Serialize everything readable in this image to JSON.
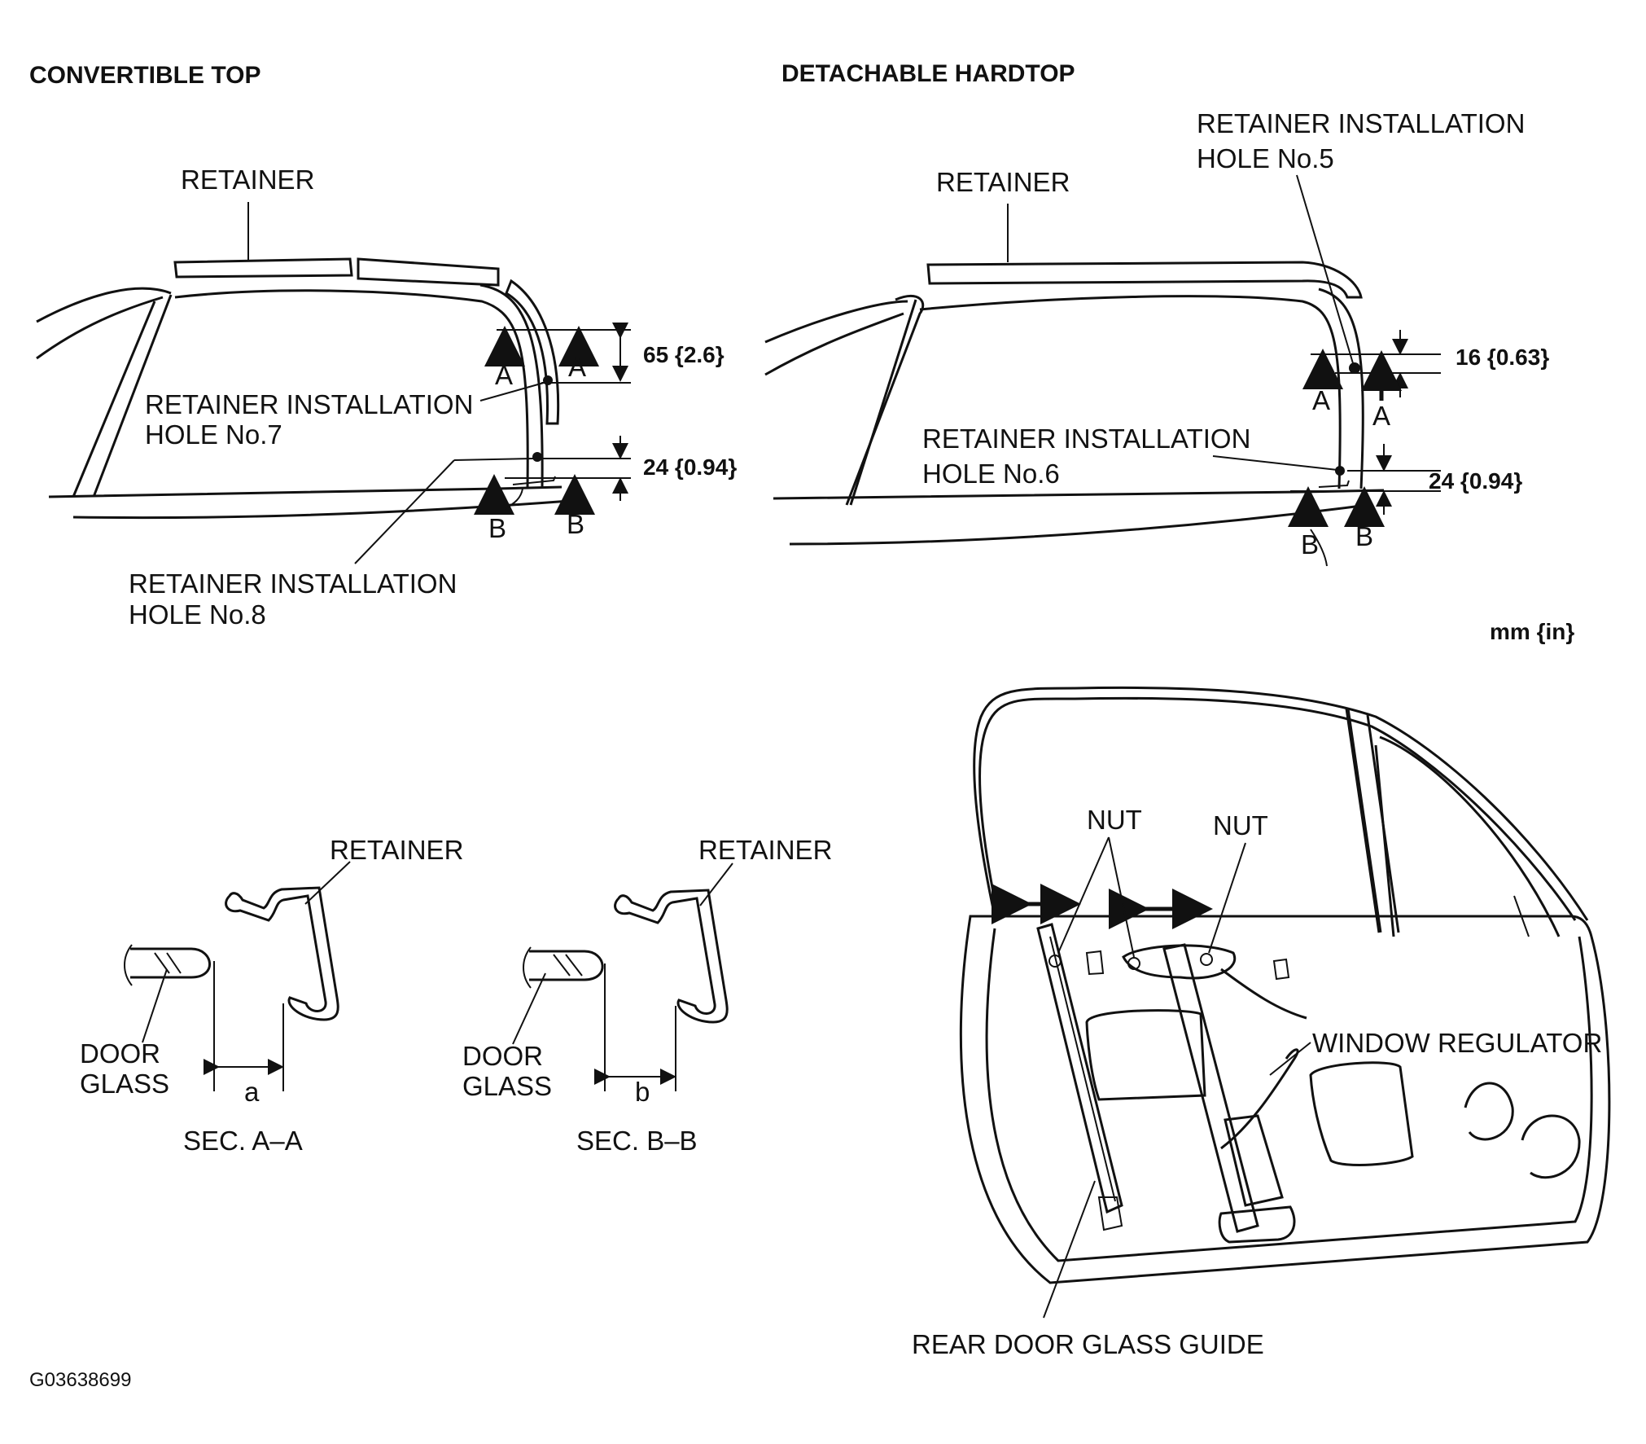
{
  "headings": {
    "convertible_top": "CONVERTIBLE TOP",
    "detachable_hardtop": "DETACHABLE HARDTOP"
  },
  "convertible": {
    "retainer": "RETAINER",
    "hole7_line1": "RETAINER INSTALLATION",
    "hole7_line2": "HOLE No.7",
    "hole8_line1": "RETAINER INSTALLATION",
    "hole8_line2": "HOLE No.8",
    "dim_upper": "65 {2.6}",
    "dim_lower": "24 {0.94}",
    "mark_a": "A",
    "mark_b": "B"
  },
  "hardtop": {
    "retainer": "RETAINER",
    "hole5_line1": "RETAINER INSTALLATION",
    "hole5_line2": "HOLE No.5",
    "hole6_line1": "RETAINER INSTALLATION",
    "hole6_line2": "HOLE No.6",
    "dim_upper": "16 {0.63}",
    "dim_lower": "24 {0.94}",
    "mark_a": "A",
    "mark_b": "B"
  },
  "unit": "mm {in}",
  "sections": {
    "a": {
      "retainer": "RETAINER",
      "door_glass_line1": "DOOR",
      "door_glass_line2": "GLASS",
      "dim": "a",
      "caption": "SEC. A–A"
    },
    "b": {
      "retainer": "RETAINER",
      "door_glass_line1": "DOOR",
      "door_glass_line2": "GLASS",
      "dim": "b",
      "caption": "SEC. B–B"
    }
  },
  "door": {
    "nut_left": "NUT",
    "nut_right": "NUT",
    "window_regulator": "WINDOW REGULATOR",
    "rear_door_glass_guide": "REAR DOOR GLASS GUIDE"
  },
  "figure_id": "G03638699"
}
